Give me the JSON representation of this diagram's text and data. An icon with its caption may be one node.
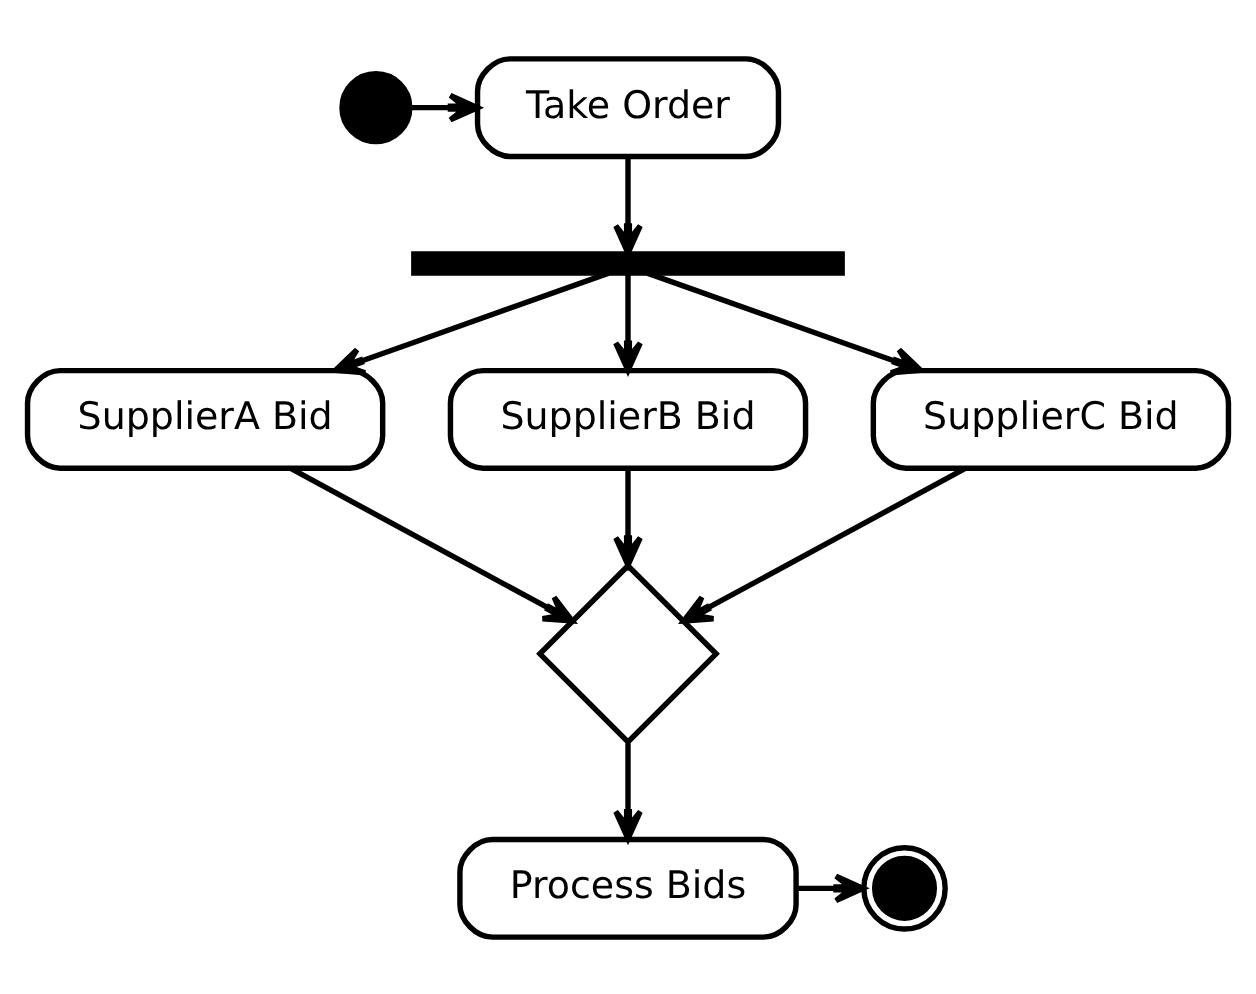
{
  "diagram": {
    "nodes": [
      {
        "text": [],
        "shape": "circle"
      },
      {
        "text": [
          "Take Order"
        ]
      },
      {
        "text": [],
        "shape": "bar"
      },
      {
        "text": [
          "SupplierA Bid"
        ]
      },
      {
        "text": [
          "SupplierB Bid"
        ]
      },
      {
        "text": [
          "SupplierC Bid"
        ]
      },
      {
        "text": [],
        "shape": "diamond"
      },
      {
        "text": [
          "Process Bids"
        ]
      },
      {
        "text": [],
        "shape": "circle"
      }
    ],
    "edges": [
      {
        "from": 0,
        "to": 1,
        "arrow": "to"
      },
      {
        "from": 1,
        "to": 2,
        "arrow": "to"
      },
      {
        "from": 2,
        "to": 3,
        "arrow": "to"
      },
      {
        "from": 2,
        "to": 4,
        "arrow": "to"
      },
      {
        "from": 2,
        "to": 5,
        "arrow": "to"
      },
      {
        "from": 3,
        "to": 6,
        "arrow": "to"
      },
      {
        "from": 4,
        "to": 6,
        "arrow": "to"
      },
      {
        "from": 5,
        "to": 6,
        "arrow": "to"
      },
      {
        "from": 6,
        "to": 7,
        "arrow": "to"
      },
      {
        "from": 7,
        "to": 8,
        "arrow": "to"
      }
    ]
  }
}
